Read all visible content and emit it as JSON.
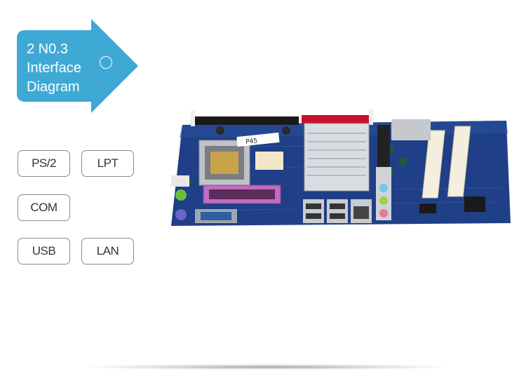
{
  "banner": {
    "line1": "2 N0.3",
    "line2": "Interface",
    "line3": "Diagram",
    "color": "#3fa9d6"
  },
  "tags": {
    "ps2": "PS/2",
    "lpt": "LPT",
    "com": "COM",
    "usb": "USB",
    "lan": "LAN"
  },
  "board": {
    "label": "P45",
    "pcb_color": "#1f3f86"
  }
}
